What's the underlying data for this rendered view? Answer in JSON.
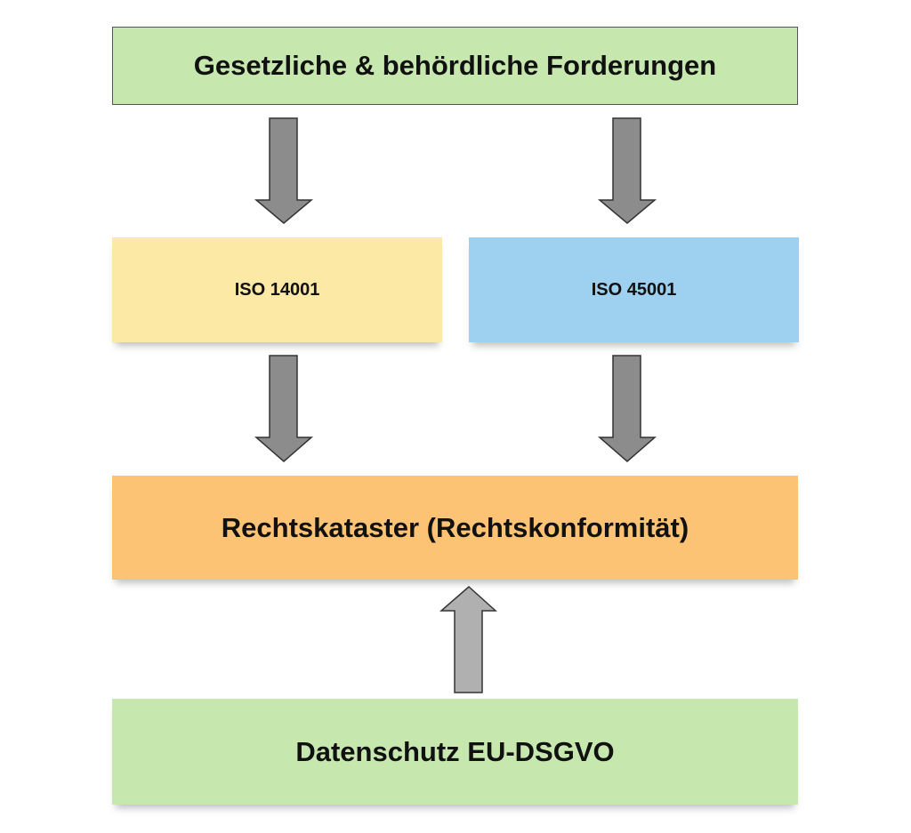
{
  "boxes": {
    "top": "Gesetzliche & behördliche Forderungen",
    "iso14001": "ISO 14001",
    "iso45001": "ISO 45001",
    "rechtskataster": "Rechtskataster (Rechtskonformität)",
    "datenschutz": "Datenschutz EU-DSGVO"
  },
  "colors": {
    "green": "#c6e7ae",
    "yellow": "#fde9a6",
    "blue": "#9dd1ef",
    "orange": "#fdc374",
    "arrow": "#8c8c8c"
  }
}
